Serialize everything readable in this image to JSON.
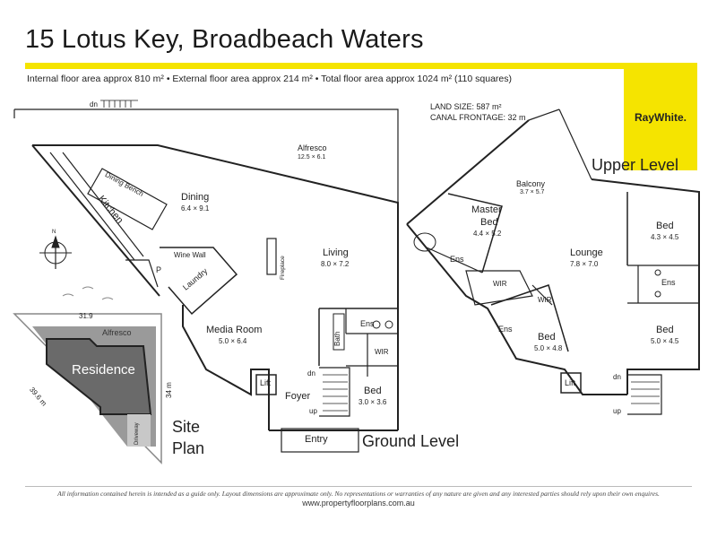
{
  "title": "15 Lotus Key, Broadbeach Waters",
  "area_summary": "Internal floor area approx 810 m² • External floor area approx 214 m² • Total floor area approx 1024 m² (110 squares)",
  "land_size": "LAND SIZE: 587 m²",
  "canal_frontage": "CANAL FRONTAGE: 32 m",
  "brand": {
    "name": "RayWhite.",
    "color": "#f5e400"
  },
  "levels": {
    "upper": "Upper Level",
    "ground": "Ground Level"
  },
  "ground": {
    "alfresco": {
      "name": "Alfresco",
      "dims": "12.5 × 6.1"
    },
    "dining": {
      "name": "Dining",
      "dims": "6.4 × 9.1"
    },
    "dining_bench": "Dining Bench",
    "kitchen": "Kitchen",
    "wine_wall": "Wine Wall",
    "pantry": "P",
    "laundry": "Laundry",
    "living": {
      "name": "Living",
      "dims": "8.0 × 7.2"
    },
    "fireplace": "Fireplace",
    "media": {
      "name": "Media Room",
      "dims": "5.0 × 6.4"
    },
    "lift": "Lift",
    "foyer": "Foyer",
    "entry": "Entry",
    "bed": {
      "name": "Bed",
      "dims": "3.0 × 3.6"
    },
    "ens": "Ens",
    "bath": "Bath",
    "wir": "WIR",
    "dn": "dn",
    "up": "up",
    "dn_top": "dn"
  },
  "upper": {
    "balcony": {
      "name": "Balcony",
      "dims": "3.7 × 5.7"
    },
    "master": {
      "name1": "Master",
      "name2": "Bed",
      "dims": "4.4 × 5.2"
    },
    "ens_master": "Ens",
    "wir_master": "WIR",
    "lounge": {
      "name": "Lounge",
      "dims": "7.8 × 7.0"
    },
    "bed_ne": {
      "name": "Bed",
      "dims": "4.3 × 4.5"
    },
    "ens_e": "Ens",
    "bed_se": {
      "name": "Bed",
      "dims": "5.0 × 4.5"
    },
    "bed_s": {
      "name": "Bed",
      "dims": "5.0 × 4.8"
    },
    "ens_s": "Ens",
    "wir_s": "WIR",
    "lift": "Lift",
    "dn": "dn",
    "up": "up"
  },
  "site": {
    "title1": "Site",
    "title2": "Plan",
    "alfresco": "Alfresco",
    "residence": "Residence",
    "driveway": "Driveway",
    "dim_top": "31.9",
    "dim_right": "34 m",
    "dim_diag": "39.6 m",
    "north": "N"
  },
  "disclaimer": "All information contained herein is intended as a guide only. Layout dimensions are approximate only. No representations or warranties of any nature are given and any interested parties should rely upon their own enquires.",
  "website": "www.propertyfloorplans.com.au"
}
